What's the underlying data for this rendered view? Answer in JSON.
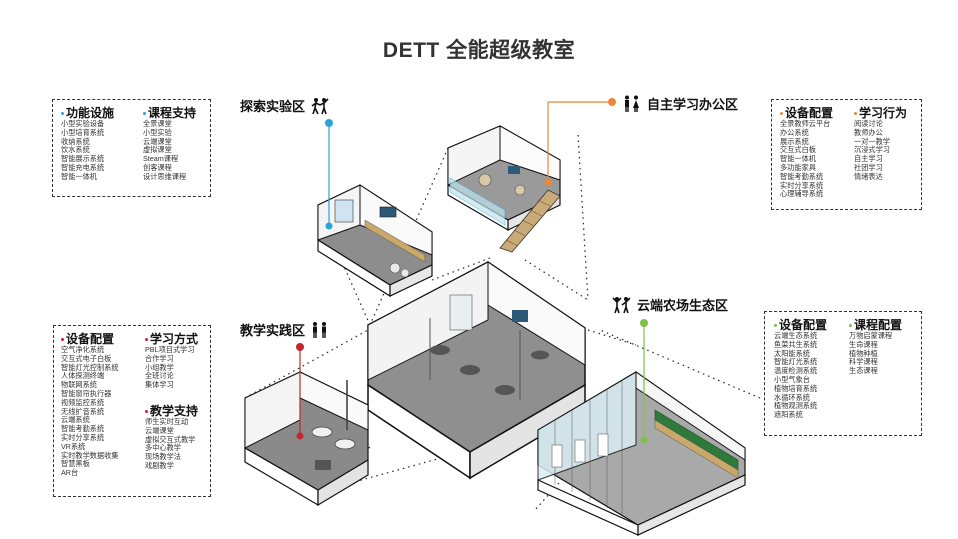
{
  "title": "DETT 全能超级教室",
  "colors": {
    "explore": "#2aa3d8",
    "self_study": "#e8883a",
    "teaching": "#c0282b",
    "farm": "#7fc24a"
  },
  "zones": {
    "explore": {
      "label": "探索实验区",
      "icon": "people-experiment-icon",
      "box": {
        "col1": {
          "heading": "功能设施",
          "items": [
            "小型实验设备",
            "小型培育系统",
            "收纳系统",
            "饮水系统",
            "智能展示系统",
            "智能充电系统",
            "智能一体机"
          ]
        },
        "col2": {
          "heading": "课程支持",
          "items": [
            "全景课堂",
            "小型实验",
            "云端课堂",
            "虚拟课堂",
            "Steam课程",
            "创客课程",
            "设计思维课程"
          ]
        }
      }
    },
    "self_study": {
      "label": "自主学习办公区",
      "icon": "two-people-icon",
      "box": {
        "col1": {
          "heading": "设备配置",
          "items": [
            "全景教师云平台",
            "办公系统",
            "展示系统",
            "交互式白板",
            "智能一体机",
            "多功能家具",
            "智能考勤系统",
            "实时分享系统",
            "心理辅导系统"
          ]
        },
        "col2": {
          "heading": "学习行为",
          "items": [
            "阅读讨论",
            "教师办公",
            "一对一教学",
            "沉浸式学习",
            "自主学习",
            "社团学习",
            "情绪表达"
          ]
        }
      }
    },
    "teaching": {
      "label": "教学实践区",
      "icon": "teacher-students-icon",
      "box": {
        "col1": {
          "heading": "设备配置",
          "items": [
            "空气净化系统",
            "交互式电子白板",
            "智能灯光控制系统",
            "人体探测终端",
            "物联网系统",
            "智能窗帘执行器",
            "视频监控系统",
            "无线扩音系统",
            "云端系统",
            "智能考勤系统",
            "实时分享系统",
            "VR系统",
            "实时教学数据收集",
            "智慧黑板",
            "AR台"
          ]
        },
        "col2": {
          "heading": "学习方式",
          "items": [
            "PBL项目式学习",
            "合作学习",
            "小组教学",
            "全班讨论",
            "集体学习"
          ]
        },
        "col3": {
          "heading": "教学支持",
          "items": [
            "师生实时互动",
            "云端课堂",
            "虚拟交互式教学",
            "多中心教学",
            "现场教学法",
            "戏剧教学"
          ]
        }
      }
    },
    "farm": {
      "label": "云端农场生态区",
      "icon": "cheering-people-icon",
      "box": {
        "col1": {
          "heading": "设备配置",
          "items": [
            "云端生态系统",
            "鱼菜共生系统",
            "太阳能系统",
            "智能灯光系统",
            "温度检测系统",
            "小型气象台",
            "植物培育系统",
            "水循环系统",
            "植物观测系统",
            "遮阳系统"
          ]
        },
        "col2": {
          "heading": "课程配置",
          "items": [
            "万物启蒙课程",
            "生命课程",
            "植物种植",
            "科学课程",
            "生态课程"
          ]
        }
      }
    }
  }
}
